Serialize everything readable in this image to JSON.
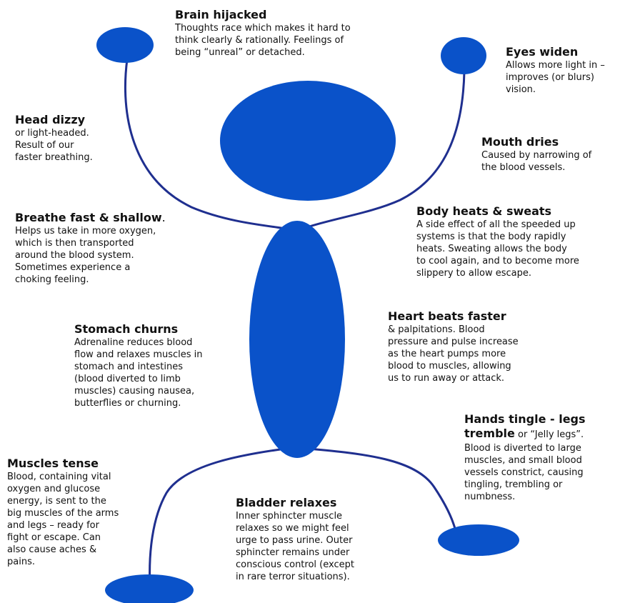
{
  "colors": {
    "body": "#0a52c9",
    "limb": "#1f2f8f",
    "text": "#111111"
  },
  "annotations": {
    "brain": {
      "title": "Brain hijacked",
      "lines": [
        "Thoughts race which makes it hard to",
        "think clearly & rationally.  Feelings of",
        "being “unreal” or detached."
      ]
    },
    "eyes": {
      "title": "Eyes widen",
      "lines": [
        "Allows more light in –",
        "improves (or blurs)",
        "vision."
      ]
    },
    "head": {
      "title": "Head dizzy",
      "lines": [
        "or light-headed.",
        "Result of our",
        "faster breathing."
      ]
    },
    "mouth": {
      "title": "Mouth dries",
      "lines": [
        "Caused by narrowing of",
        "the blood vessels."
      ]
    },
    "breathe": {
      "title": "Breathe fast & shallow",
      "title_suffix": ".",
      "lines": [
        "Helps us take in more oxygen,",
        "which is then transported",
        "around the blood system.",
        "Sometimes experience a",
        "choking feeling."
      ]
    },
    "body": {
      "title": "Body heats & sweats",
      "lines": [
        "A side effect of all the speeded up",
        "systems is that the body rapidly",
        "heats.   Sweating allows the body",
        "to cool again, and to become more",
        "slippery to allow escape."
      ]
    },
    "stomach": {
      "title": "Stomach churns",
      "lines": [
        "Adrenaline reduces blood",
        "flow and relaxes muscles in",
        "stomach and intestines",
        "(blood diverted to limb",
        "muscles) causing nausea,",
        "butterflies or churning."
      ]
    },
    "heart": {
      "title": "Heart beats faster",
      "lines": [
        "& palpitations.  Blood",
        "pressure and pulse increase",
        "as the heart pumps more",
        "blood to muscles, allowing",
        "us to run away or attack."
      ]
    },
    "hands": {
      "title_line1": "Hands tingle - legs",
      "title_line2": "tremble",
      "title_line2_suffix": " or “Jelly legs”.",
      "lines": [
        "Blood is diverted to large",
        "muscles, and small blood",
        "vessels constrict, causing",
        "tingling, trembling or",
        "numbness."
      ]
    },
    "muscles": {
      "title": "Muscles tense",
      "lines": [
        "Blood, containing vital",
        "oxygen and glucose",
        "energy, is sent to the",
        "big muscles of the arms",
        "and legs – ready for",
        "fight or escape.  Can",
        "also cause aches &",
        "pains."
      ]
    },
    "bladder": {
      "title": "Bladder relaxes",
      "lines": [
        "Inner sphincter muscle",
        "relaxes so we might feel",
        "urge to pass urine.  Outer",
        "sphincter remains under",
        "conscious control (except",
        "in rare terror situations)."
      ]
    }
  }
}
